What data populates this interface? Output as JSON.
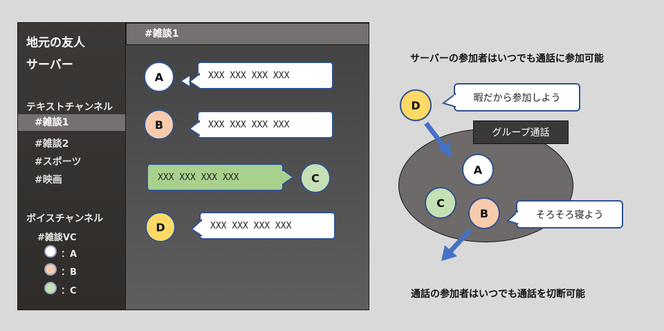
{
  "server": {
    "title_line1": "地元の友人",
    "title_line2": "サーバー"
  },
  "sidebar": {
    "text_section": "テキストチャンネル",
    "channels": [
      "#雑談1",
      "#雑談2",
      "#スポーツ",
      "#映画"
    ],
    "active_channel_index": 0,
    "voice_section": "ボイスチャンネル",
    "voice_channel": "#雑談VC",
    "voice_members": [
      {
        "label": "：A",
        "color": "#ffffff"
      },
      {
        "label": "：B",
        "color": "#f8cbad"
      },
      {
        "label": "：C",
        "color": "#c5e0b4"
      }
    ]
  },
  "channel_header": "#雑談1",
  "messages": [
    {
      "user": "A",
      "text": "XXX XXX XXX XXX",
      "avatar_color": "#ffffff",
      "side": "left"
    },
    {
      "user": "B",
      "text": "XXX XXX XXX XXX",
      "avatar_color": "#f8cbad",
      "side": "left"
    },
    {
      "user": "C",
      "text": "XXX XXX XXX XXX",
      "avatar_color": "#c5e0b4",
      "side": "right"
    },
    {
      "user": "D",
      "text": "XXX XXX XXX XXX",
      "avatar_color": "#ffd966",
      "side": "left"
    }
  ],
  "diagram": {
    "top_caption": "サーバーの参加者はいつでも通話に参加可能",
    "bottom_caption": "通話の参加者はいつでも通話を切断可能",
    "group_label": "グループ通話",
    "user_d": {
      "label": "D",
      "speech": "暇だから参加しよう"
    },
    "user_a": {
      "label": "A"
    },
    "user_c": {
      "label": "C"
    },
    "user_b": {
      "label": "B",
      "speech": "そろそろ寝よう"
    }
  },
  "colors": {
    "arrow": "#4472c4",
    "outline": "#2f528f",
    "ellipse": "#6e6a69"
  }
}
